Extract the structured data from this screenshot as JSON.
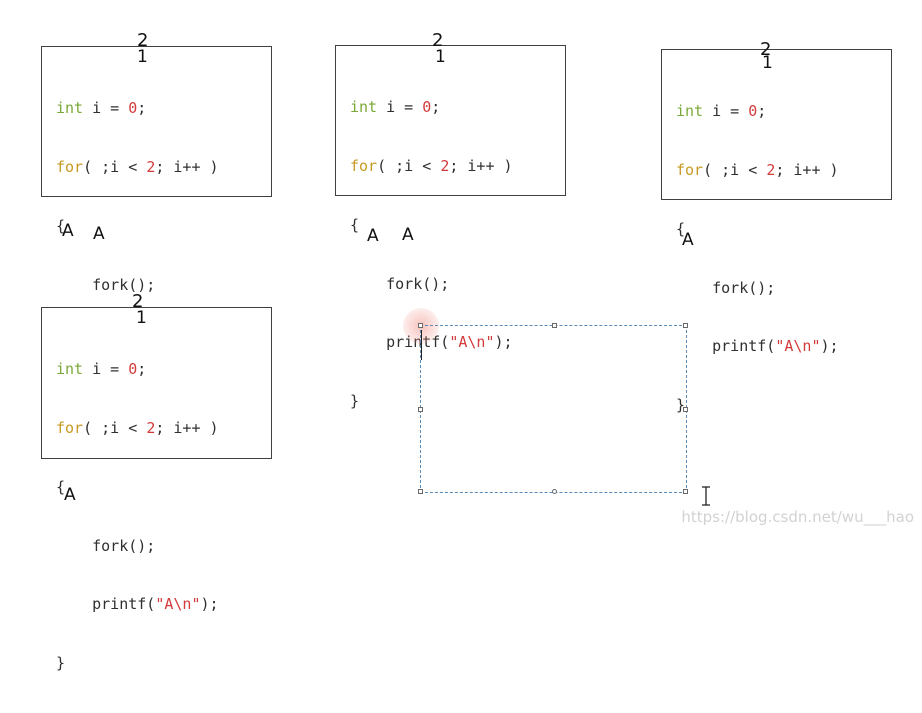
{
  "code": {
    "int_kw": "int",
    "decl_rest": " i = ",
    "init_value": "0",
    "semicolon": ";",
    "for_kw": "for",
    "for_open": "( ;i < ",
    "limit": "2",
    "for_close": "; i++ )",
    "brace_open": "{",
    "fork_line": "    fork();",
    "printf_open": "    printf(",
    "printf_str": "\"A\\n\"",
    "printf_close": ");",
    "brace_close": "}"
  },
  "annotations": {
    "top": "2",
    "bottom": "1"
  },
  "outputs": {
    "box1": [
      "A",
      "A"
    ],
    "box2": [
      "A",
      "A"
    ],
    "box3": [
      "A"
    ],
    "box4": [
      "A"
    ]
  },
  "watermark": "https://blog.csdn.net/wu___hao",
  "colors": {
    "keyword_int": "#7aa838",
    "keyword_for": "#c79a24",
    "literal": "#d33b3b",
    "selection_border": "#5a8ab5"
  }
}
